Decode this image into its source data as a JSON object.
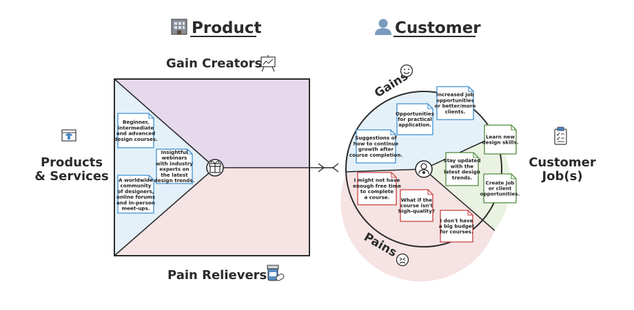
{
  "headers": {
    "product": "Product",
    "customer": "Customer",
    "product_icon": "office-building-icon",
    "customer_icon": "person-silhouette-icon"
  },
  "value_map": {
    "gain_creators_label": "Gain Creators",
    "gain_creators_icon": "chart-presentation-icon",
    "pain_relievers_label": "Pain Relievers",
    "pain_relievers_icon": "medicine-icon",
    "products_services_label": [
      "Products",
      "& Services"
    ],
    "products_services_icon": "shirt-on-screen-icon",
    "center_icon": "gift-icon",
    "notes": [
      {
        "id": "ps1",
        "lines": [
          "Beginner,",
          "intermediate",
          "and advanced",
          "design courses."
        ]
      },
      {
        "id": "ps2",
        "lines": [
          "A worldwide",
          "community",
          "of designers,",
          "online forums",
          "and in-person",
          "meet-ups."
        ]
      },
      {
        "id": "gc1",
        "lines": [
          "Insightful",
          "webinars",
          "with industry",
          "experts on",
          "the latest",
          "design trends."
        ]
      }
    ]
  },
  "customer_profile": {
    "gains_label": "Gains",
    "pains_label": "Pains",
    "gains_icon": "smiley-face-icon",
    "pains_icon": "upset-face-icon",
    "jobs_label": [
      "Customer",
      "Job(s)"
    ],
    "jobs_icon": "clipboard-checklist-icon",
    "center_icon": "customer-avatar-icon",
    "gains_notes": [
      {
        "id": "g1",
        "lines": [
          "Increased job",
          "opportunities",
          "or better/more",
          "clients."
        ]
      },
      {
        "id": "g2",
        "lines": [
          "Opportunities",
          "for practical",
          "application."
        ]
      },
      {
        "id": "g3",
        "lines": [
          "Suggestions of",
          "how to continue",
          "growth after",
          "course completion."
        ]
      }
    ],
    "jobs_notes": [
      {
        "id": "j1",
        "lines": [
          "Learn new",
          "design skills."
        ]
      },
      {
        "id": "j2",
        "lines": [
          "Stay updated",
          "with the",
          "latest design",
          "trends."
        ]
      },
      {
        "id": "j3",
        "lines": [
          "Create job",
          "or client",
          "opportunities."
        ]
      }
    ],
    "pains_notes": [
      {
        "id": "p1",
        "lines": [
          "I might not have",
          "enough free time",
          "to complete",
          "a course."
        ]
      },
      {
        "id": "p2",
        "lines": [
          "What if the",
          "course isn't",
          "high-quality?"
        ]
      },
      {
        "id": "p3",
        "lines": [
          "I don't have",
          "a big budget",
          "for courses."
        ]
      }
    ]
  },
  "colors": {
    "gain_creators_fill": "#e6d9ec",
    "pain_relievers_fill": "#f6e3e3",
    "products_fill": "#e4f1f9",
    "gains_fill": "#e4f1f9",
    "jobs_fill": "#eaf3e2",
    "pains_fill": "#f6e3e3",
    "blue_note": "#3d8fd1",
    "green_note": "#4e8a3b",
    "red_note": "#c83f3f",
    "line": "#2b2b2b"
  }
}
